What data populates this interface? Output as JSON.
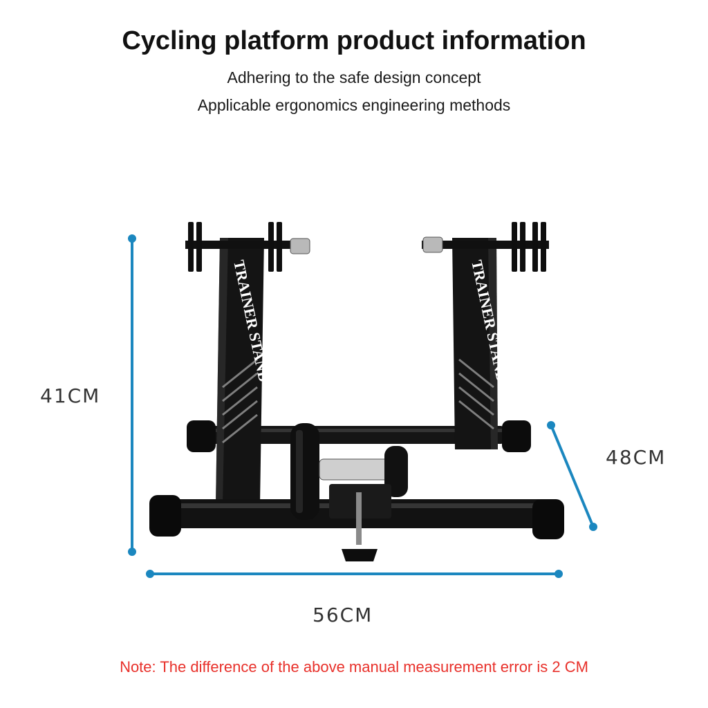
{
  "header": {
    "title": "Cycling platform product information",
    "subtitle_1": "Adhering to the safe design concept",
    "subtitle_2": "Applicable ergonomics engineering methods"
  },
  "product": {
    "frame_text_left": "TRAINER STAND",
    "frame_text_right": "TRAINER STAND"
  },
  "dimensions": {
    "height": "41CM",
    "depth": "48CM",
    "width": "56CM"
  },
  "note": "Note: The difference of the above manual measurement error is 2 CM",
  "colors": {
    "dimension_line": "#1b87bf",
    "note_text": "#e8302a",
    "frame": "#111111"
  }
}
